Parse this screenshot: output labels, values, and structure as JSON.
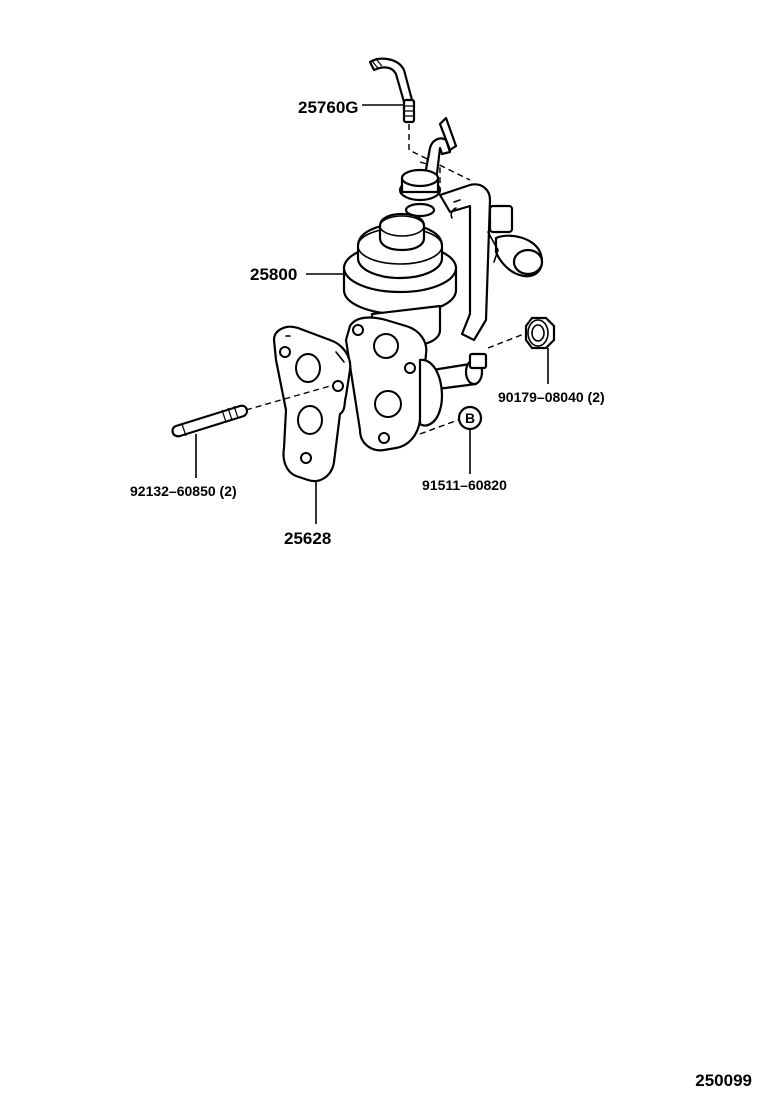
{
  "diagram": {
    "reference_number": "250099",
    "parts": [
      {
        "id": "hose",
        "label": "25760G",
        "icon": "vacuum-hose"
      },
      {
        "id": "egr-valve",
        "label": "25800",
        "icon": "egr-valve"
      },
      {
        "id": "gasket",
        "label": "25628",
        "icon": "gasket"
      },
      {
        "id": "stud",
        "label": "92132–60850 (2)",
        "icon": "stud-bolt"
      },
      {
        "id": "nut",
        "label": "90179–08040 (2)",
        "icon": "flange-nut"
      },
      {
        "id": "bolt",
        "label": "91511–60820",
        "icon": "bolt-callout"
      }
    ],
    "bolt_callout_letter": "B"
  }
}
